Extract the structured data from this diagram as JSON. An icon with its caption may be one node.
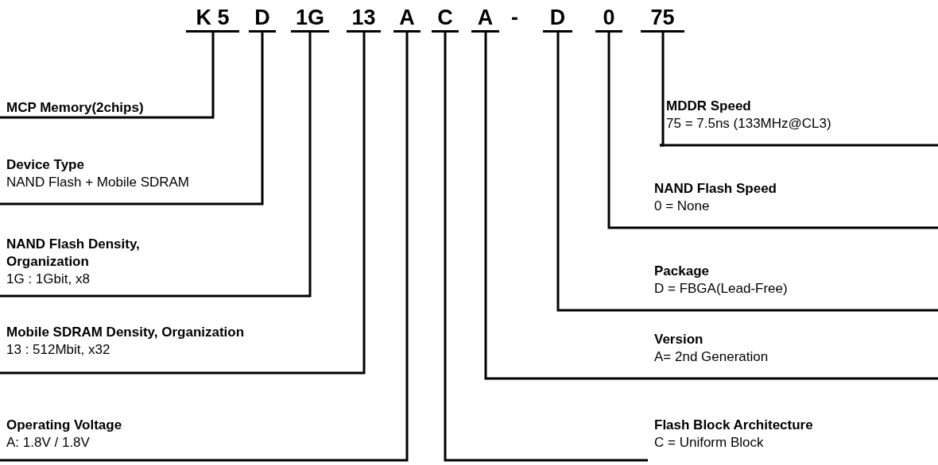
{
  "diagram": {
    "nodes": [
      {
        "text": [
          "K 5"
        ]
      },
      {
        "text": [
          "D"
        ]
      },
      {
        "text": [
          "1G"
        ]
      },
      {
        "text": [
          "13"
        ]
      },
      {
        "text": [
          "A"
        ]
      },
      {
        "text": [
          "C"
        ]
      },
      {
        "text": [
          "A"
        ]
      },
      {
        "text": [
          "D"
        ]
      },
      {
        "text": [
          "0"
        ]
      },
      {
        "text": [
          "75"
        ]
      },
      {
        "text": [
          "MCP Memory(2chips)"
        ]
      },
      {
        "text": [
          "Device Type",
          "NAND Flash + Mobile SDRAM"
        ]
      },
      {
        "text": [
          "NAND Flash Density, Organization",
          "1G : 1Gbit, x8"
        ]
      },
      {
        "text": [
          "Mobile SDRAM Density, Organization",
          "13 : 512Mbit, x32"
        ]
      },
      {
        "text": [
          "Operating Voltage",
          "A: 1.8V / 1.8V"
        ]
      },
      {
        "text": [
          "MDDR Speed",
          "75 = 7.5ns (133MHz@CL3)"
        ]
      },
      {
        "text": [
          "NAND Flash Speed",
          "0 = None"
        ]
      },
      {
        "text": [
          "Package",
          "D = FBGA(Lead-Free)"
        ]
      },
      {
        "text": [
          "Version",
          "A= 2nd Generation"
        ]
      },
      {
        "text": [
          "Flash Block Architecture",
          "C = Uniform Block"
        ]
      }
    ],
    "edges": [
      {
        "from": 10,
        "to": 0,
        "arrow": "none"
      },
      {
        "from": 11,
        "to": 1,
        "arrow": "none"
      },
      {
        "from": 12,
        "to": 2,
        "arrow": "none"
      },
      {
        "from": 13,
        "to": 3,
        "arrow": "none"
      },
      {
        "from": 14,
        "to": 4,
        "arrow": "none"
      },
      {
        "from": 19,
        "to": 5,
        "arrow": "none"
      },
      {
        "from": 18,
        "to": 6,
        "arrow": "none"
      },
      {
        "from": 17,
        "to": 7,
        "arrow": "none"
      },
      {
        "from": 16,
        "to": 8,
        "arrow": "none"
      },
      {
        "from": 15,
        "to": 9,
        "arrow": "none"
      }
    ],
    "labels": [
      "-"
    ]
  }
}
